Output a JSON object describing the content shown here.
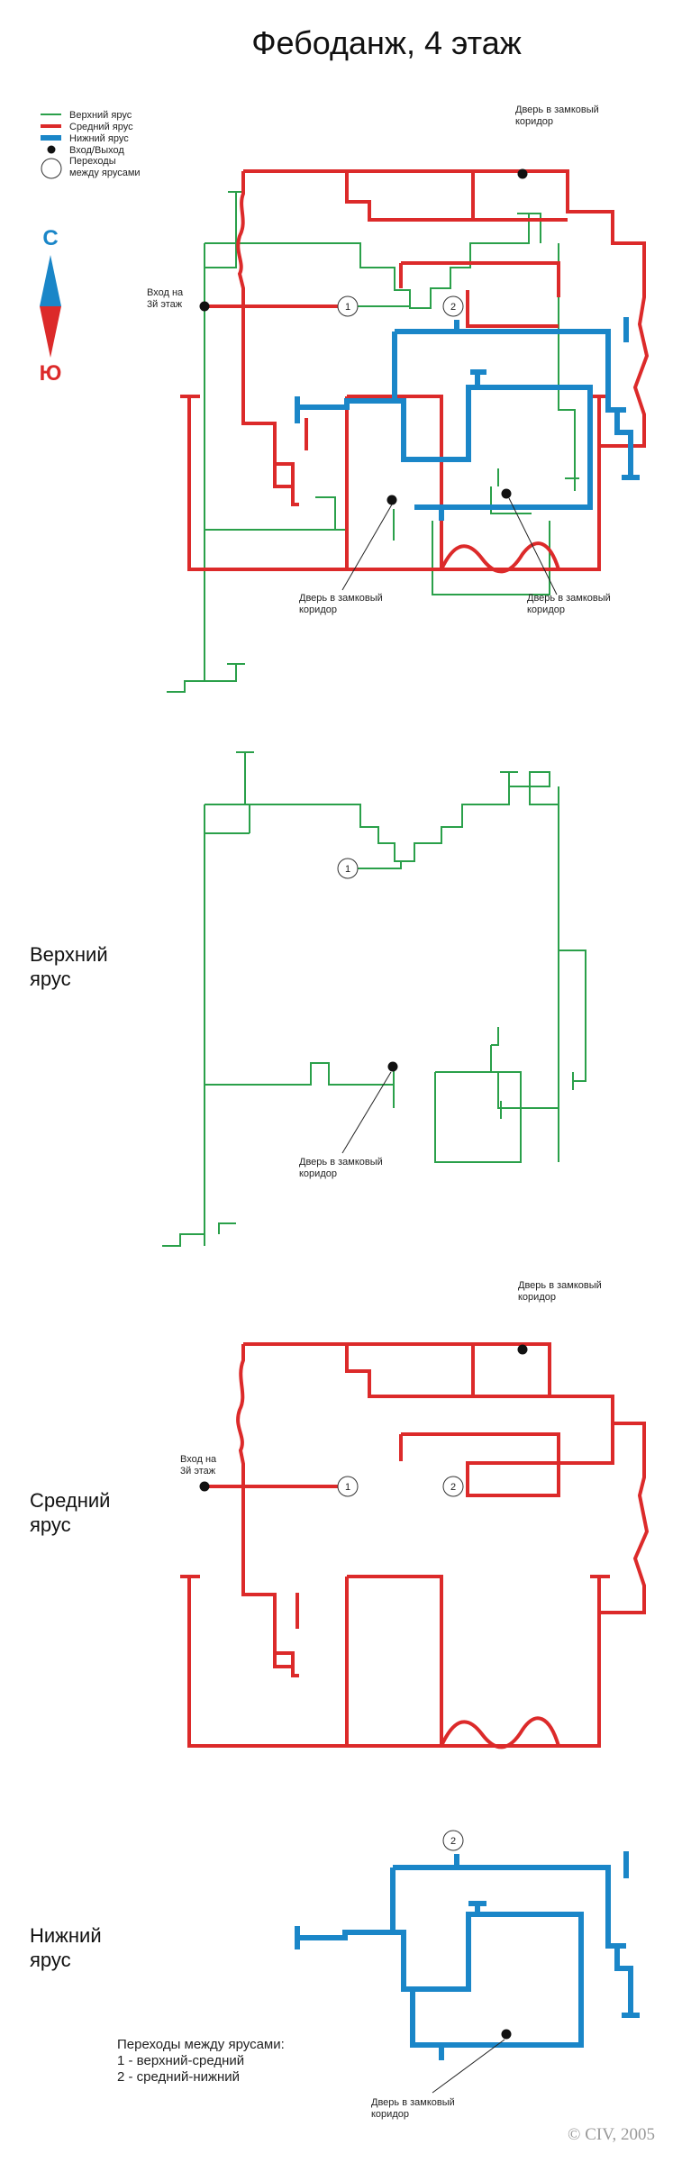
{
  "title": "Фебоданж, 4 этаж",
  "legend": {
    "upper": "Верхний ярус",
    "middle": "Средний ярус",
    "lower": "Нижний ярус",
    "entrance": "Вход/Выход",
    "transitions_line1": "Переходы",
    "transitions_line2": "между ярусами",
    "colors": {
      "upper": "#2aa04a",
      "middle": "#dc2a2a",
      "lower": "#1a86c8"
    }
  },
  "compass": {
    "north": "С",
    "south": "Ю",
    "north_color": "#1a86c8",
    "south_color": "#dc2a2a"
  },
  "labels": {
    "door_line1": "Дверь в замковый",
    "door_line2": "коридор",
    "entry_line1": "Вход на",
    "entry_line2": "3й этаж",
    "t1": "1",
    "t2": "2"
  },
  "sections": {
    "upper_1": "Верхний",
    "upper_2": "ярус",
    "middle_1": "Средний",
    "middle_2": "ярус",
    "lower_1": "Нижний",
    "lower_2": "ярус"
  },
  "footnote": {
    "line1": "Переходы между ярусами:",
    "line2": "1 - верхний-средний",
    "line3": "2 - средний-нижний"
  },
  "copyright": "© CIV, 2005"
}
